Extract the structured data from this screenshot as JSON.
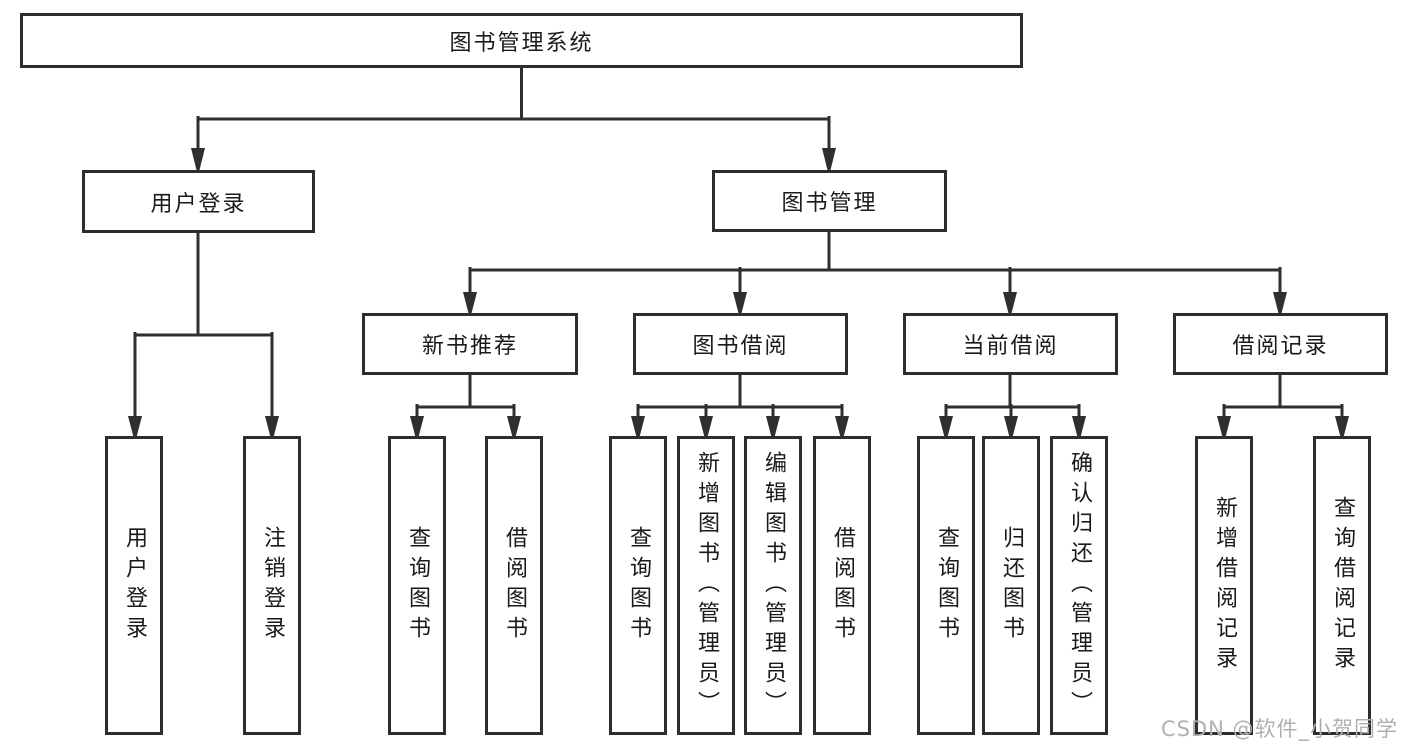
{
  "diagram_title": "图书管理系统",
  "nodes": {
    "root": "图书管理系统",
    "user_login": "用户登录",
    "book_mgmt": "图书管理",
    "new_books": "新书推荐",
    "book_borrow": "图书借阅",
    "current_borrow": "当前借阅",
    "borrow_records": "借阅记录"
  },
  "leaves": {
    "g1": [
      "用户登录",
      "注销登录"
    ],
    "g2": [
      "查询图书",
      "借阅图书"
    ],
    "g3": [
      "查询图书",
      "新增图书（管理员）",
      "编辑图书（管理员）",
      "借阅图书"
    ],
    "g4": [
      "查询图书",
      "归还图书",
      "确认归还（管理员）"
    ],
    "g5": [
      "新增借阅记录",
      "查询借阅记录"
    ]
  },
  "watermark": "CSDN @软件_小贺同学",
  "colors": {
    "line": "#2f2f2f",
    "box_border": "#2d2d2d",
    "box_fill": "#ffffff",
    "text": "#1a1a1a",
    "watermark": "#b0b0b0"
  }
}
